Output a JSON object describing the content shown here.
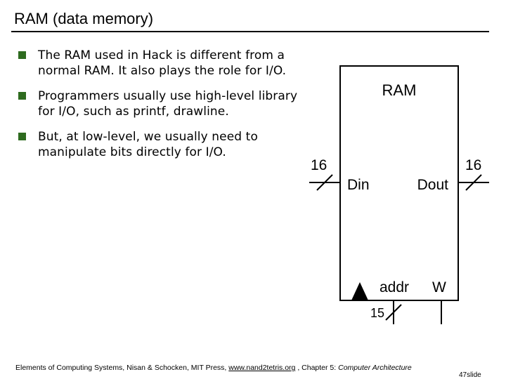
{
  "slide": {
    "title": "RAM (data memory)",
    "bullets": [
      "The RAM used in Hack is different from a normal RAM. It also plays the role for I/O.",
      "Programmers usually use high-level library for I/O, such as printf, drawline.",
      "But, at low-level, we usually need to manipulate bits directly for I/O."
    ],
    "footer": {
      "prefix": "Elements of Computing Systems, Nisan & Schocken, MIT Press, ",
      "link": "www.nand2tetris.org",
      "middle": " , Chapter 5: ",
      "chapter": "Computer Architecture"
    },
    "slide_number": "47slide"
  },
  "diagram": {
    "block_label": "RAM",
    "input_width": "16",
    "input_label": "Din",
    "output_width": "16",
    "output_label": "Dout",
    "addr_label": "addr",
    "addr_width": "15",
    "write_label": "W"
  },
  "colors": {
    "bullet_marker": "#2e6b1f",
    "text": "#000000",
    "background": "#ffffff"
  }
}
